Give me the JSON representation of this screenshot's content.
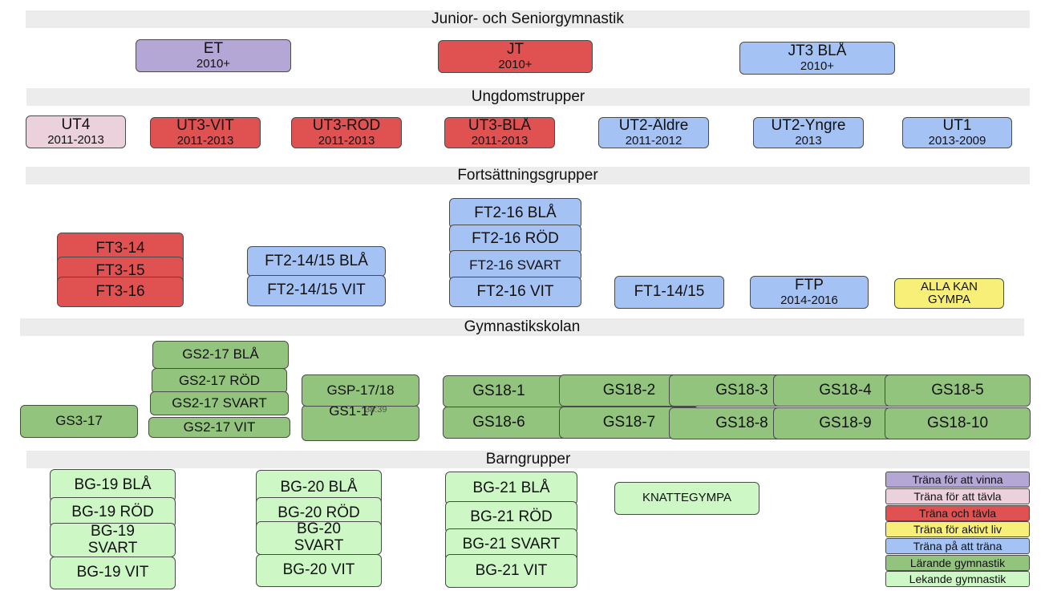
{
  "sections": {
    "junior": "Junior- och Seniorgymnastik",
    "ungdom": "Ungdomstrupper",
    "fort": "Fortsättningsgrupper",
    "skola": "Gymnastikskolan",
    "barn": "Barngrupper"
  },
  "junior": [
    {
      "name": "ET",
      "years": "2010+"
    },
    {
      "name": "JT",
      "years": "2010+"
    },
    {
      "name": "JT3 BLÅ",
      "years": "2010+"
    }
  ],
  "ungdom": [
    {
      "name": "UT4",
      "years": "2011-2013"
    },
    {
      "name": "UT3-VIT",
      "years": "2011-2013"
    },
    {
      "name": "UT3-RÖD",
      "years": "2011-2013"
    },
    {
      "name": "UT3-BLÅ",
      "years": "2011-2013"
    },
    {
      "name": "UT2-Äldre",
      "years": "2011-2012"
    },
    {
      "name": "UT2-Yngre",
      "years": "2013"
    },
    {
      "name": "UT1",
      "years": "2013-2009"
    }
  ],
  "fort": {
    "ft3": [
      "FT3-14",
      "FT3-15",
      "FT3-16"
    ],
    "ft214": [
      "FT2-14/15 BLÅ",
      "FT2-14/15 VIT"
    ],
    "ft216": [
      "FT2-16 BLÅ",
      "FT2-16 RÖD",
      "FT2-16 SVART",
      "FT2-16 VIT"
    ],
    "ft1": "FT1-14/15",
    "ftp": {
      "name": "FTP",
      "years": "2014-2016"
    },
    "alla": "ALLA KAN GYMPA"
  },
  "skola": {
    "gs3": "GS3-17",
    "gs2": [
      "GS2-17 BLÅ",
      "GS2-17 RÖD",
      "GS2-17 SVART",
      "GS2-17 VIT"
    ],
    "gsp": "GSP-17/18",
    "gs1": "GS1-17",
    "gs1_time": "38:39",
    "gs18_top": [
      "GS18-1",
      "GS18-2",
      "GS18-3",
      "GS18-4",
      "GS18-5"
    ],
    "gs18_bottom": [
      "GS18-6",
      "GS18-7",
      "GS18-8",
      "GS18-9",
      "GS18-10"
    ]
  },
  "barn": {
    "bg19": [
      "BG-19 BLÅ",
      "BG-19 RÖD",
      "BG-19 SVART",
      "BG-19 VIT"
    ],
    "bg20": [
      "BG-20 BLÅ",
      "BG-20 RÖD",
      "BG-20 SVART",
      "BG-20 VIT"
    ],
    "bg21": [
      "BG-21 BLÅ",
      "BG-21 RÖD",
      "BG-21 SVART",
      "BG-21 VIT"
    ],
    "knatte": "KNATTEGYMPA"
  },
  "legend": [
    {
      "label": "Träna för att vinna",
      "color": "#b4a7d6"
    },
    {
      "label": "Träna för att tävla",
      "color": "#ead1dc"
    },
    {
      "label": "Träna och tävla",
      "color": "#e05252"
    },
    {
      "label": "Träna för aktivt liv",
      "color": "#f7ef77"
    },
    {
      "label": "Träna på att träna",
      "color": "#a4c2f4"
    },
    {
      "label": "Lärande gymnastik",
      "color": "#93c47d"
    },
    {
      "label": "Lekande gymnastik",
      "color": "#cdf7c5"
    }
  ]
}
